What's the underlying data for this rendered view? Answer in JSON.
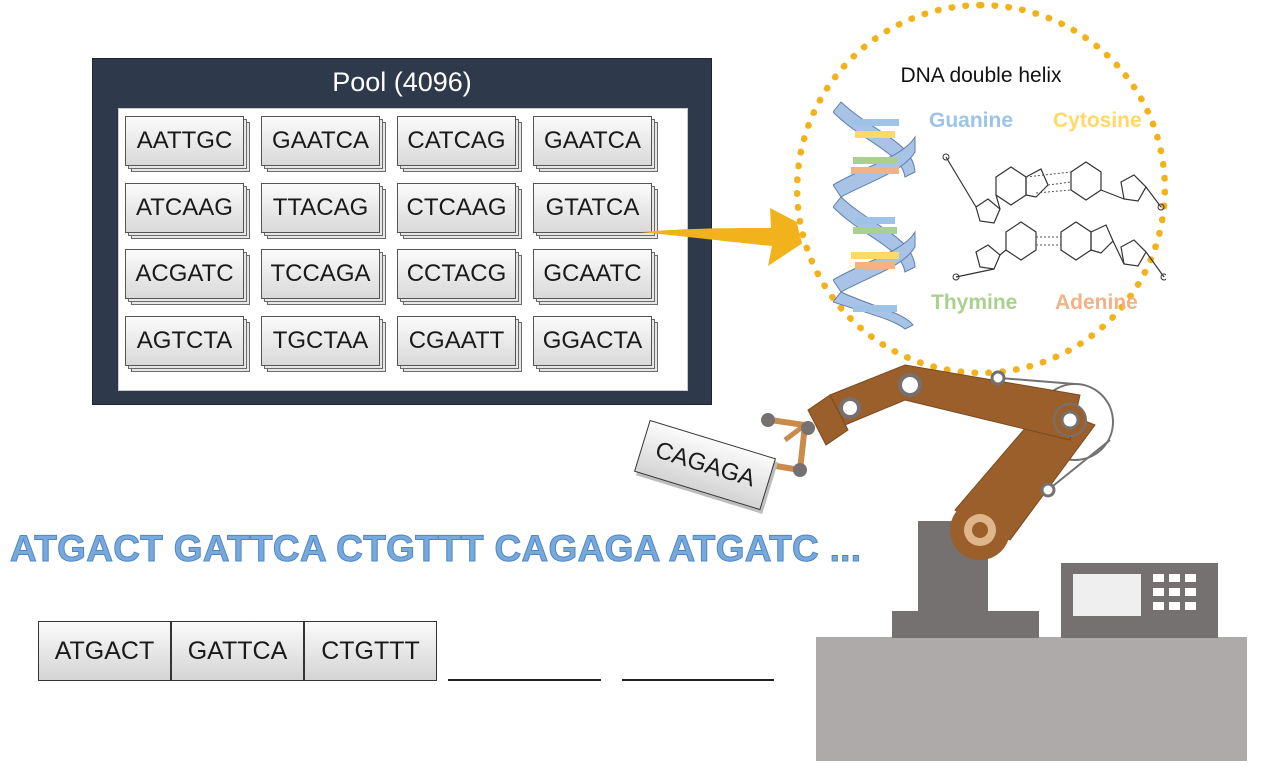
{
  "pool": {
    "title": "Pool (4096)",
    "tiles": [
      [
        "AATTGC",
        "GAATCA",
        "CATCAG",
        "GAATCA"
      ],
      [
        "ATCAAG",
        "TTACAG",
        "CTCAAG",
        "GTATCA"
      ],
      [
        "ACGATC",
        "TCCAGA",
        "CCTACG",
        "GCAATC"
      ],
      [
        "AGTCTA",
        "TGCTAA",
        "CGAATT",
        "GGACTA"
      ]
    ]
  },
  "dna": {
    "title": "DNA double helix",
    "bases": {
      "guanine": "Guanine",
      "cytosine": "Cytosine",
      "thymine": "Thymine",
      "adenine": "Adenine"
    },
    "colors": {
      "guanine": "#9dc3e6",
      "cytosine": "#ffd966",
      "thymine": "#a9d18e",
      "adenine": "#f4b183"
    }
  },
  "robot": {
    "held_tile": "CAGAGA"
  },
  "sequence": {
    "text": "ATGACT GATTCA CTGTTT CAGAGA ATGATC ...",
    "assembled": [
      "ATGACT",
      "GATTCA",
      "CTGTTT"
    ]
  },
  "colors": {
    "pool_bg": "#2e3a4c",
    "arrow": "#f2b21c",
    "robot_arm": "#9a5f2a",
    "sequence_text": "#78a9dc",
    "machine": "#767171"
  }
}
